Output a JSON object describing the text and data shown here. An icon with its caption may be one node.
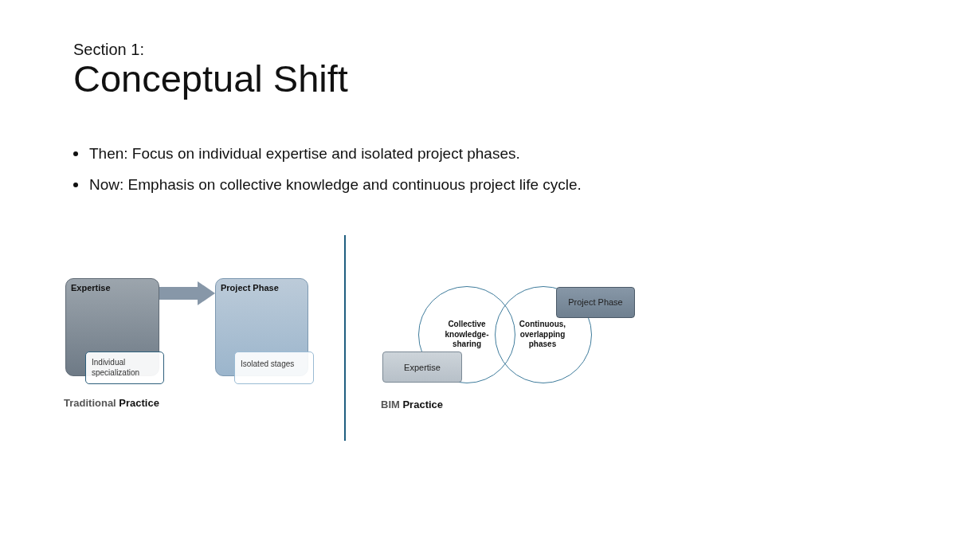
{
  "diagram": {
    "title": "Conceptual Shift",
    "nodes": [
      {
        "text": [
          "Expertise"
        ]
      },
      {
        "text": [
          "Individual specialization"
        ]
      },
      {
        "text": [
          "Project Phase"
        ]
      },
      {
        "text": [
          "Isolated stages"
        ]
      },
      {
        "text": [
          "Collective knowledge-sharing"
        ]
      },
      {
        "text": [
          "Continuous, overlapping phases"
        ]
      },
      {
        "text": [
          "Project Phase"
        ]
      },
      {
        "text": [
          "Expertise"
        ]
      }
    ],
    "edges": [
      {
        "from": 0,
        "to": 2,
        "arrow": "to"
      }
    ],
    "labels": [
      "Section 1:",
      "Then: Focus on individual expertise and isolated project phases.",
      "Now: Emphasis on collective knowledge and continuous project life cycle.",
      "Traditional **Practice**",
      "BIM **Practice**"
    ]
  }
}
